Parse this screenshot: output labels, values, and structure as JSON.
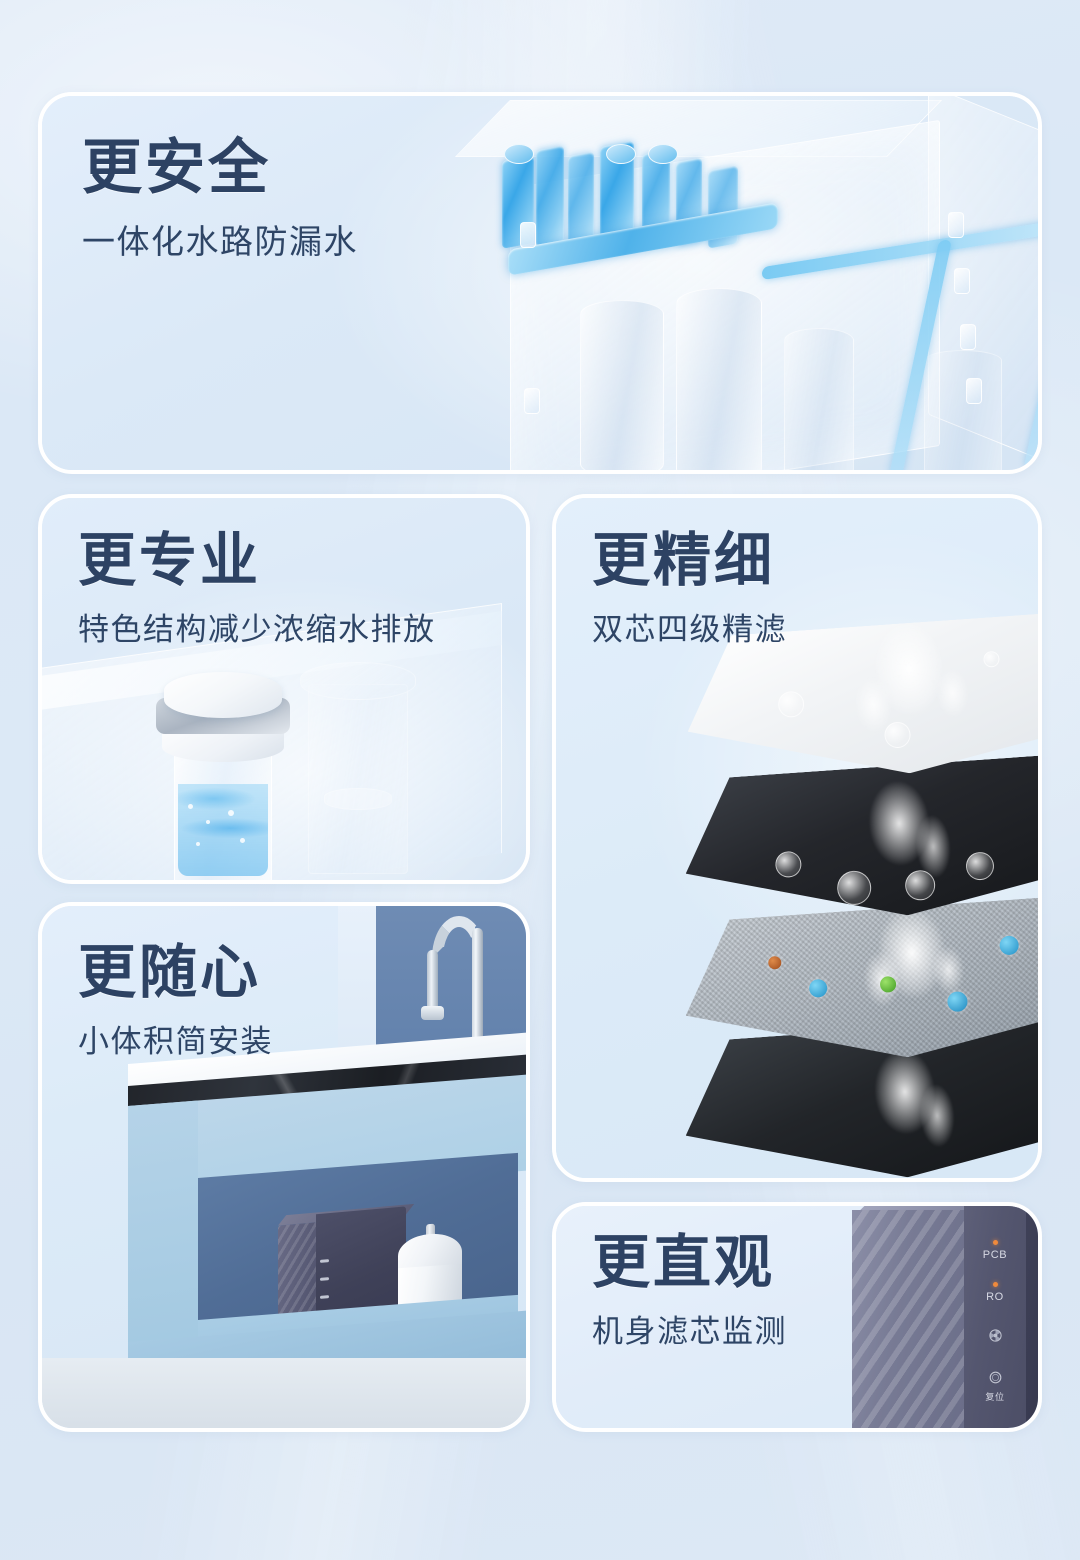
{
  "theme": {
    "background_top": "#dfeaf7",
    "background_bottom": "#d9e6f4",
    "card_border": "#ffffff",
    "title_color": "#2d4263",
    "subtitle_color": "#2e4566",
    "accent_water_blue": "#3aa7e8",
    "indicator_orange": "#f08a3c",
    "device_body": "#54566f"
  },
  "cards": [
    {
      "id": "safety",
      "title": "更安全",
      "subtitle": "一体化水路防漏水",
      "visual": "transparent-waterway-xray"
    },
    {
      "id": "professional",
      "title": "更专业",
      "subtitle": "特色结构减少浓缩水排放",
      "visual": "filter-cartridge-closeup"
    },
    {
      "id": "fine-filtration",
      "title": "更精细",
      "subtitle": "双芯四级精滤",
      "visual": "four-membrane-layers"
    },
    {
      "id": "compact",
      "title": "更随心",
      "subtitle": "小体积简安装",
      "visual": "kitchen-under-sink-scene"
    },
    {
      "id": "intuitive",
      "title": "更直观",
      "subtitle": "机身滤芯监测",
      "visual": "device-indicator-panel"
    }
  ],
  "device_panel": {
    "indicators": [
      {
        "label": "PCB",
        "icon": "status-dot-icon",
        "state": "on"
      },
      {
        "label": "RO",
        "icon": "status-dot-icon",
        "state": "on"
      },
      {
        "label": "",
        "icon": "fan-icon",
        "state": "off"
      },
      {
        "label": "复位",
        "icon": "power-ring-icon",
        "state": "off"
      }
    ]
  },
  "membrane_layers": [
    {
      "name": "pp-cotton-layer",
      "color": "#f2f4f6",
      "content": "water-splash"
    },
    {
      "name": "carbon-layer",
      "color": "#24262b",
      "content": "water-splash-bubbles"
    },
    {
      "name": "ro-mesh-layer",
      "color": "#b7bfc7",
      "content": "microbe-particles"
    },
    {
      "name": "post-carbon-layer",
      "color": "#222529",
      "content": "water-splash"
    }
  ]
}
